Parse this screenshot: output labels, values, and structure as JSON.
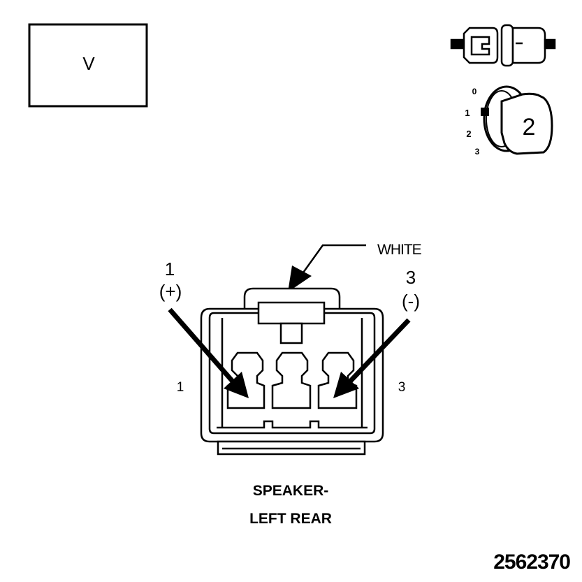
{
  "view_box_label": "V",
  "ignition_positions": [
    "3",
    "2",
    "1",
    "0"
  ],
  "ignition_key_number": "2",
  "color_label": "WHITE",
  "pin_left": {
    "number": "1",
    "polarity": "(+)"
  },
  "pin_right": {
    "number": "3",
    "polarity": "(-)"
  },
  "side_label_left": "1",
  "side_label_right": "3",
  "caption_line1": "SPEAKER-",
  "caption_line2": "LEFT REAR",
  "figure_number": "2562370",
  "colors": {
    "ink": "#000000",
    "paper": "#ffffff"
  }
}
